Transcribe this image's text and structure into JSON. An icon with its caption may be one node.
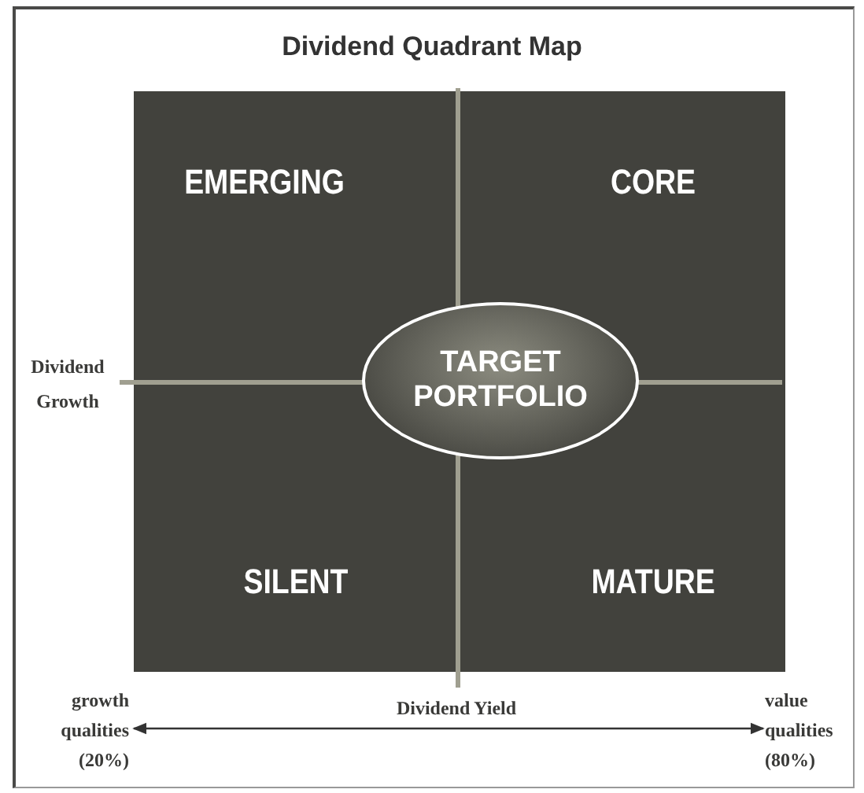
{
  "diagram": {
    "title": "Dividend Quadrant Map",
    "nodes": [
      {
        "text": [
          "EMERGING"
        ]
      },
      {
        "text": [
          "CORE"
        ]
      },
      {
        "text": [
          "SILENT"
        ]
      },
      {
        "text": [
          "MATURE"
        ]
      },
      {
        "text": [
          "TARGET PORTFOLIO"
        ]
      },
      {
        "text": [
          "growth qualities (20%)"
        ]
      },
      {
        "text": [
          "value qualities (80%)"
        ]
      }
    ],
    "edges": [
      {
        "from": 5,
        "to": 6,
        "arrow": "both",
        "label": "Dividend Yield"
      }
    ],
    "labels": [
      "Dividend Growth"
    ]
  }
}
